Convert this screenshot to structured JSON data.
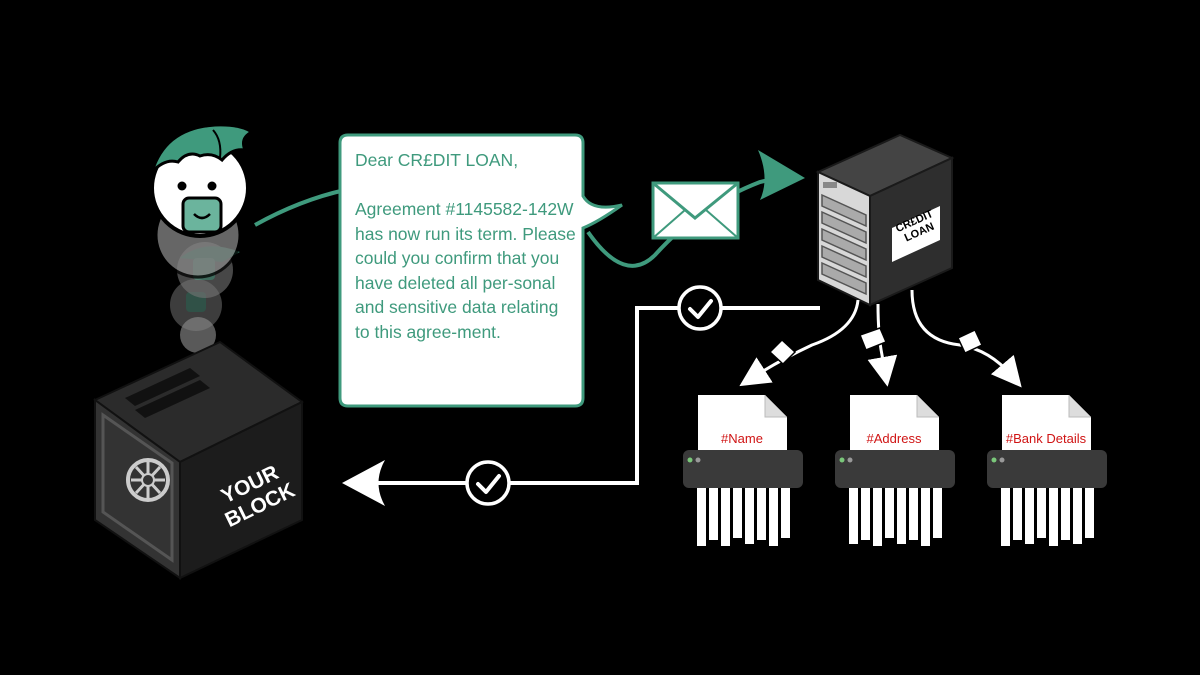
{
  "colors": {
    "accent": "#3f9a7d",
    "background": "#000000",
    "label_red": "#d01414",
    "dark_box": "#2b2b2b"
  },
  "letter": {
    "text": "Dear CR£DIT LOAN,\n\nAgreement #1145582-142W has now run its term. Please could you confirm that you have deleted all per-sonal and sensitive data relating to this agree-ment."
  },
  "server": {
    "label_line1": "CR£DIT",
    "label_line2": "LOAN"
  },
  "vault": {
    "label_line1": "YOUR",
    "label_line2": "BLOCK"
  },
  "documents": [
    {
      "label": "#Name"
    },
    {
      "label": "#Address"
    },
    {
      "label": "#Bank Details"
    }
  ],
  "icons": [
    "user-avatar-icon",
    "envelope-icon",
    "server-icon",
    "checkmark-icon",
    "shredder-icon",
    "safe-icon",
    "data-tag-icon"
  ]
}
